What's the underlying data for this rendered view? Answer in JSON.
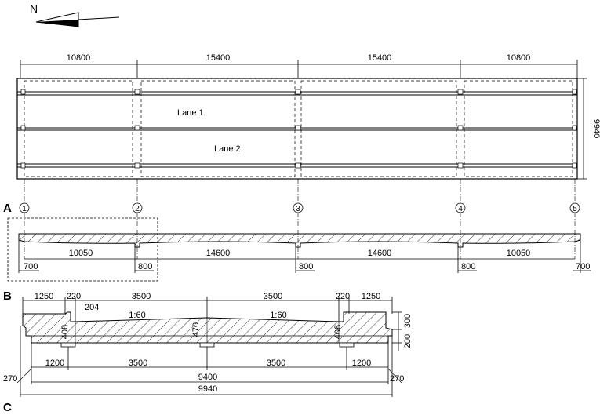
{
  "north": {
    "label": "N"
  },
  "plan": {
    "spans": [
      "10800",
      "15400",
      "15400",
      "10800"
    ],
    "width": "9940",
    "lanes": [
      "Lane 1",
      "Lane 2"
    ]
  },
  "elevation": {
    "panel_label": "A",
    "axes": [
      "1",
      "2",
      "3",
      "4",
      "5"
    ],
    "spans": [
      "10050",
      "14600",
      "14600",
      "10050"
    ],
    "supports": [
      "700",
      "800",
      "800",
      "800",
      "700"
    ]
  },
  "section": {
    "panel_label": "B",
    "top_dims": [
      "1250",
      "220",
      "3500",
      "3500",
      "220",
      "1250"
    ],
    "curb_dim": "204",
    "slopes": [
      "1:60",
      "1:60"
    ],
    "depths": [
      "408",
      "470",
      "408"
    ],
    "right_dims": [
      "300",
      "200"
    ],
    "bottom_dims": [
      "1200",
      "3500",
      "3500",
      "1200"
    ],
    "total_inner": "9400",
    "total_outer": "9940",
    "overhang_left": "270",
    "overhang_right": "270"
  },
  "bottom_panel_label": "C"
}
